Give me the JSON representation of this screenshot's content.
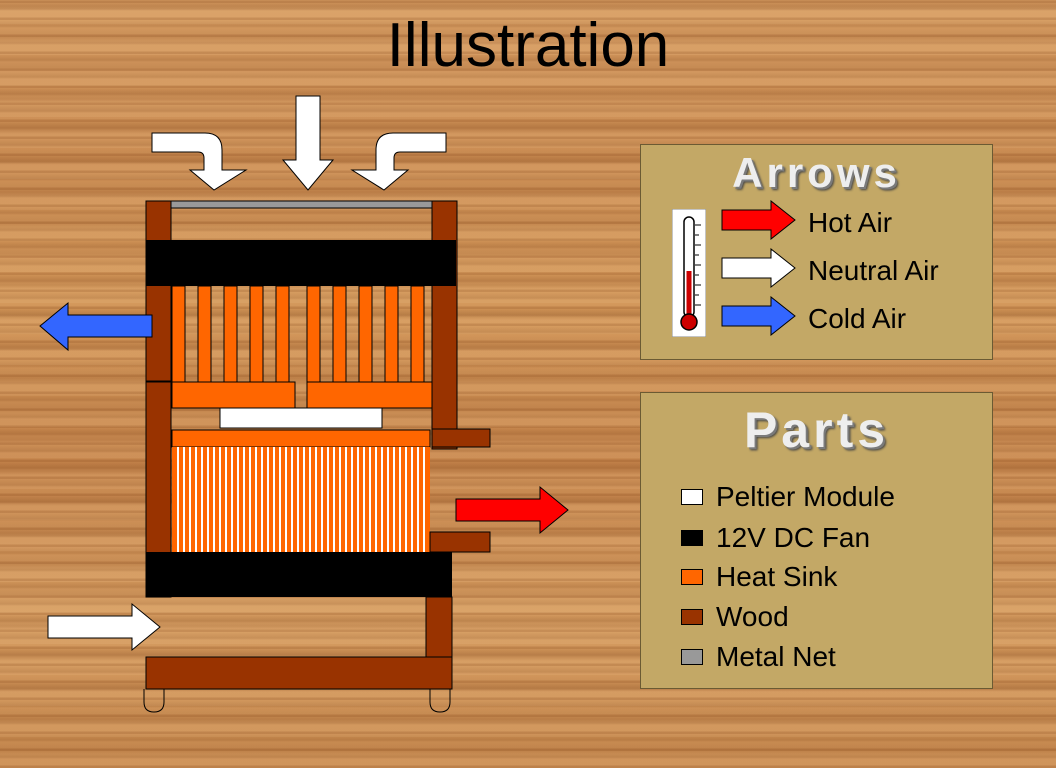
{
  "title": "Illustration",
  "arrows_panel": {
    "heading": "Arrows",
    "items": [
      {
        "label": "Hot Air",
        "color": "#ff0000"
      },
      {
        "label": "Neutral Air",
        "color": "#ffffff"
      },
      {
        "label": "Cold Air",
        "color": "#3366ff"
      }
    ]
  },
  "parts_panel": {
    "heading": "Parts",
    "items": [
      {
        "label": "Peltier Module",
        "color": "#ffffff"
      },
      {
        "label": "12V DC Fan",
        "color": "#000000"
      },
      {
        "label": "Heat Sink",
        "color": "#ff6600"
      },
      {
        "label": "Wood",
        "color": "#993300"
      },
      {
        "label": "Metal Net",
        "color": "#999999"
      }
    ]
  },
  "colors": {
    "wood": "#993300",
    "heat_sink": "#ff6600",
    "fan": "#000000",
    "peltier": "#ffffff",
    "metal_net": "#999999",
    "hot_air": "#ff0000",
    "cold_air": "#3366ff",
    "neutral_air": "#ffffff",
    "panel_bg": "#c3a866"
  }
}
